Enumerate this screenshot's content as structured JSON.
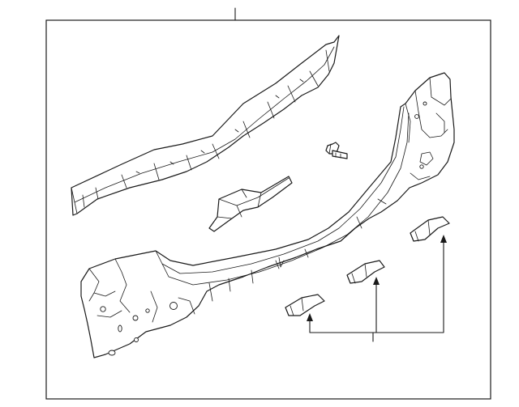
{
  "diagram": {
    "background": "#ffffff",
    "line_color": "#1a1a1a",
    "callouts": [
      {
        "id": "panel-assembly",
        "label": ""
      },
      {
        "id": "brackets",
        "label": ""
      }
    ],
    "parts": [
      "upper-rail",
      "center-bracket",
      "clip-fastener",
      "rear-body-panel",
      "small-bracket-left",
      "small-bracket-middle",
      "small-bracket-right"
    ]
  }
}
